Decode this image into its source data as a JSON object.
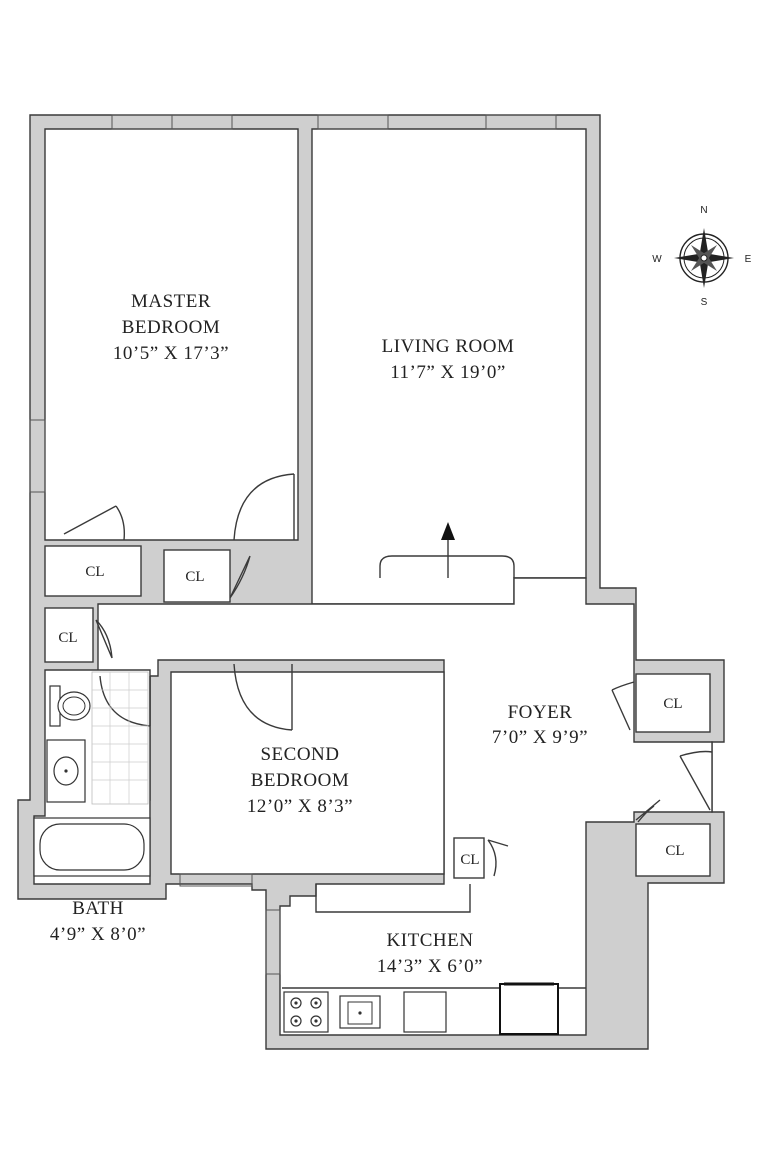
{
  "rooms": {
    "master_bedroom": {
      "name_line1": "MASTER",
      "name_line2": "BEDROOM",
      "dimensions": "10’5” X 17’3”"
    },
    "living_room": {
      "name": "LIVING ROOM",
      "dimensions": "11’7” X 19’0”"
    },
    "second_bedroom": {
      "name_line1": "SECOND",
      "name_line2": "BEDROOM",
      "dimensions": "12’0” X 8’3”"
    },
    "foyer": {
      "name": "FOYER",
      "dimensions": "7’0” X 9’9”"
    },
    "bath": {
      "name": "BATH",
      "dimensions": "4’9” X 8’0”"
    },
    "kitchen": {
      "name": "KITCHEN",
      "dimensions": "14’3” X 6’0”"
    }
  },
  "closets": [
    "CL",
    "CL",
    "CL",
    "CL",
    "CL",
    "CL"
  ],
  "compass": {
    "north": "N",
    "south": "S",
    "east": "E",
    "west": "W"
  }
}
